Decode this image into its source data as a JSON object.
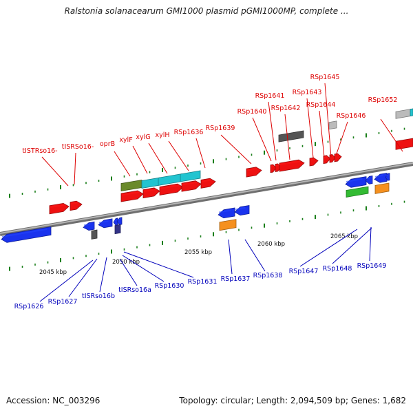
{
  "title": "Ralstonia solanacearum GMI1000 plasmid pGMI1000MP, complete ...",
  "footer": {
    "accession": "Accession: NC_003296",
    "topology": "Topology: circular; Length: 2,094,509 bp; Genes: 1,682"
  },
  "colors": {
    "top_labels": "#dd0000",
    "bottom_labels": "#0000bb",
    "backbone": "#8a8a8a",
    "ticks": "#1a7f1a",
    "forward_gene": "#ee1111",
    "reverse_gene": "#1a33ee",
    "teal": "#22c4d0",
    "olive": "#6a8a2a",
    "orange": "#f5901e",
    "green": "#33bb33",
    "dark_gray": "#555555",
    "light_gray": "#bbbbbb",
    "navy": "#333388"
  },
  "scale_labels": [
    "2045 kbp",
    "2050 kbp",
    "2055 kbp",
    "2060 kbp",
    "2065 kbp"
  ],
  "top_labels": [
    "tISTRso16-",
    "tISRSo16-",
    "oprB",
    "xylF",
    "xylG",
    "xylH",
    "RSp1636",
    "RSp1639",
    "RSp1640",
    "RSp1641",
    "RSp1642",
    "RSp1643",
    "RSp1644",
    "RSp1645",
    "RSp1646",
    "RSp1652"
  ],
  "bottom_labels": [
    "RSp1626",
    "RSp1627",
    "tISRso16b",
    "tISRso16a",
    "RSp1630",
    "RSp1631",
    "RSp1637",
    "RSp1638",
    "RSp1647",
    "RSp1648",
    "RSp1649"
  ]
}
